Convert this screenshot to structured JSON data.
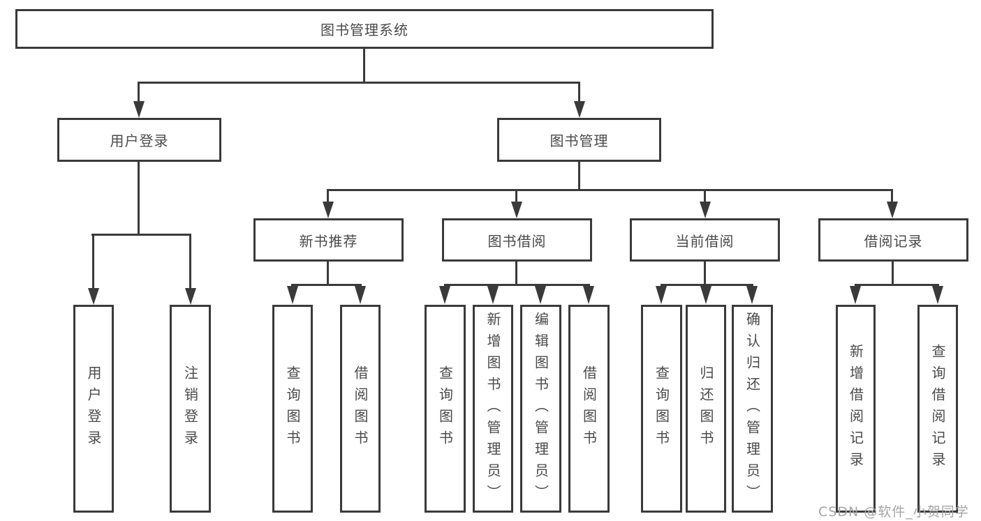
{
  "title": {
    "label": "图书管理系统"
  },
  "branches": {
    "user_login": {
      "label": "用户登录",
      "children": [
        "用户登录",
        "注销登录"
      ]
    },
    "book_mgmt": {
      "label": "图书管理"
    },
    "new_book_rec": {
      "label": "新书推荐",
      "children": [
        "查询图书",
        "借阅图书"
      ]
    },
    "book_borrow": {
      "label": "图书借阅",
      "children": [
        "查询图书",
        "新增图书（管理员）",
        "编辑图书（管理员）",
        "借阅图书"
      ]
    },
    "current_borrow": {
      "label": "当前借阅",
      "children": [
        "查询图书",
        "归还图书",
        "确认归还（管理员）"
      ]
    },
    "borrow_record": {
      "label": "借阅记录",
      "children": [
        "新增借阅记录",
        "查询借阅记录"
      ]
    }
  },
  "watermark": {
    "text": "CSDN @软件_小贺同学"
  },
  "colors": {
    "line": "#3a3a3a",
    "text": "#4a4a4a",
    "watermark": "#a5a5a5",
    "background": "#ffffff"
  }
}
